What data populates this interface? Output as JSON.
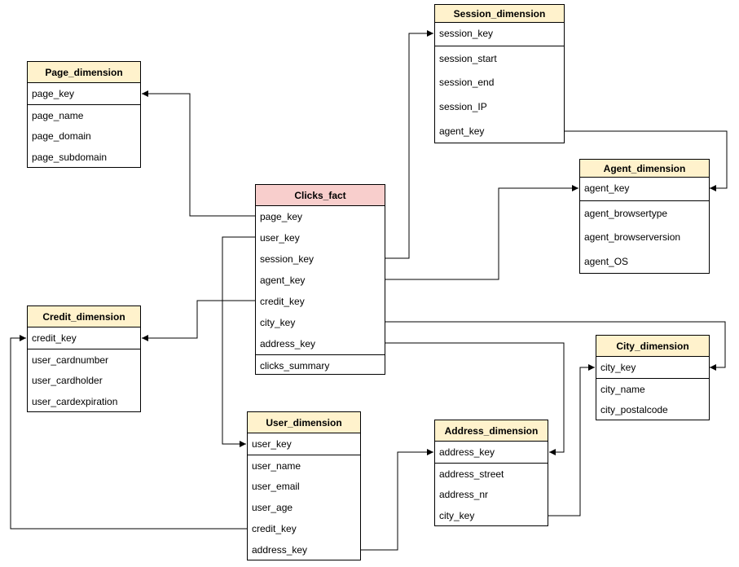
{
  "colors": {
    "dimension_header": "#fff2cc",
    "fact_header": "#f8cecc",
    "line": "#000000"
  },
  "entities": {
    "page": {
      "title": "Page_dimension",
      "fields": [
        "page_key",
        "page_name",
        "page_domain",
        "page_subdomain"
      ]
    },
    "session": {
      "title": "Session_dimension",
      "fields": [
        "session_key",
        "session_start",
        "session_end",
        "session_IP",
        "agent_key"
      ]
    },
    "agent": {
      "title": "Agent_dimension",
      "fields": [
        "agent_key",
        "agent_browsertype",
        "agent_browserversion",
        "agent_OS"
      ]
    },
    "clicks": {
      "title": "Clicks_fact",
      "fields": [
        "page_key",
        "user_key",
        "session_key",
        "agent_key",
        "credit_key",
        "city_key",
        "address_key",
        "clicks_summary"
      ]
    },
    "credit": {
      "title": "Credit_dimension",
      "fields": [
        "credit_key",
        "user_cardnumber",
        "user_cardholder",
        "user_cardexpiration"
      ]
    },
    "city": {
      "title": "City_dimension",
      "fields": [
        "city_key",
        "city_name",
        "city_postalcode"
      ]
    },
    "user": {
      "title": "User_dimension",
      "fields": [
        "user_key",
        "user_name",
        "user_email",
        "user_age",
        "credit_key",
        "address_key"
      ]
    },
    "address": {
      "title": "Address_dimension",
      "fields": [
        "address_key",
        "address_street",
        "address_nr",
        "city_key"
      ]
    }
  }
}
